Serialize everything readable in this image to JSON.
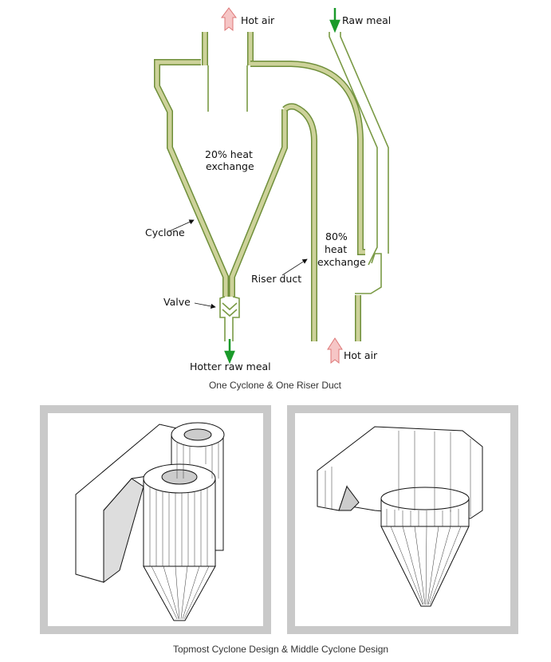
{
  "top_diagram": {
    "labels": {
      "hot_air_top": "Hot air",
      "raw_meal": "Raw meal",
      "heat_20_line1": "20% heat",
      "heat_20_line2": "exchange",
      "cyclone": "Cyclone",
      "heat_80_line1": "80%",
      "heat_80_line2": "heat",
      "heat_80_line3": "exchange",
      "riser_duct": "Riser duct",
      "valve": "Valve",
      "hotter_raw_meal": "Hotter raw meal",
      "hot_air_bottom": "Hot air"
    },
    "caption": "One Cyclone & One Riser Duct",
    "colors": {
      "wall": "#cdd29a",
      "wall_edge": "#6f8f3a",
      "hot_air_arrow": "#f4b8b8",
      "raw_meal_arrow": "#1a9a2a"
    }
  },
  "bottom_figures": {
    "panels": [
      "topmost-cyclone-design",
      "middle-cyclone-design"
    ],
    "caption": "Topmost Cyclone Design & Middle Cyclone Design",
    "colors": {
      "frame": "#c9c9c9"
    }
  }
}
